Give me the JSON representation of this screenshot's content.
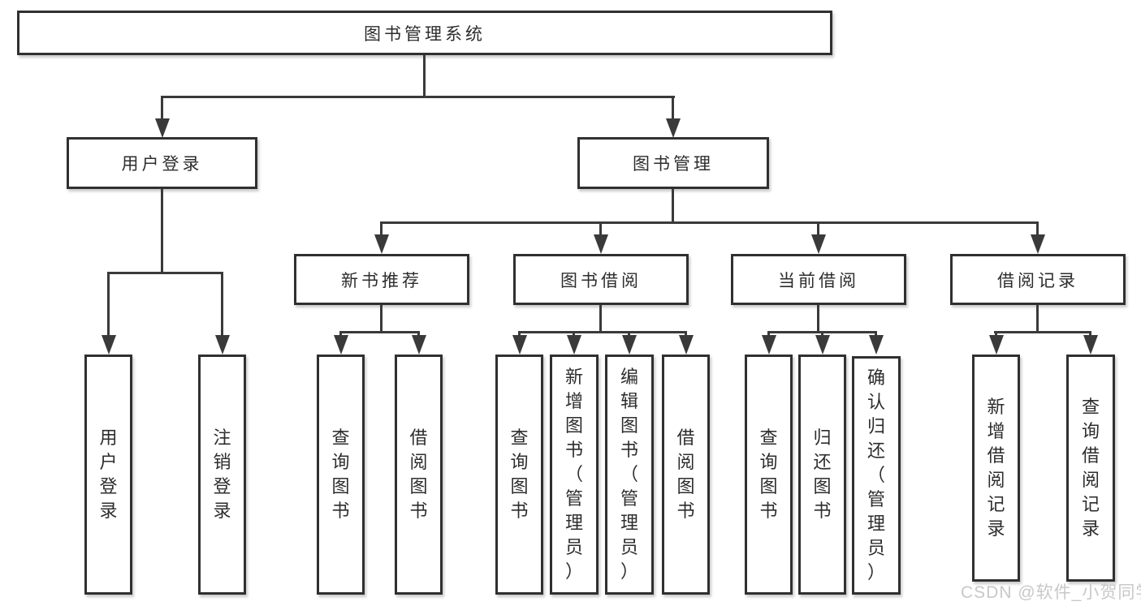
{
  "tree": {
    "root": {
      "label": "图书管理系统"
    },
    "children": [
      {
        "label": "用户登录",
        "leaves": [
          "用户登录",
          "注销登录"
        ]
      },
      {
        "label": "图书管理",
        "children": [
          {
            "label": "新书推荐",
            "leaves": [
              "查询图书",
              "借阅图书"
            ]
          },
          {
            "label": "图书借阅",
            "leaves": [
              "查询图书",
              "新增图书（管理员）",
              "编辑图书（管理员）",
              "借阅图书"
            ]
          },
          {
            "label": "当前借阅",
            "leaves": [
              "查询图书",
              "归还图书",
              "确认归还（管理员）"
            ]
          },
          {
            "label": "借阅记录",
            "leaves": [
              "新增借阅记录",
              "查询借阅记录"
            ]
          }
        ]
      }
    ]
  },
  "watermark": "CSDN @软件_小贺同学",
  "colors": {
    "background": "#ffffff",
    "box_border": "#303030",
    "connector": "#3a3a3a",
    "text": "#2d2d2d",
    "watermark": "#c7c8cb"
  }
}
